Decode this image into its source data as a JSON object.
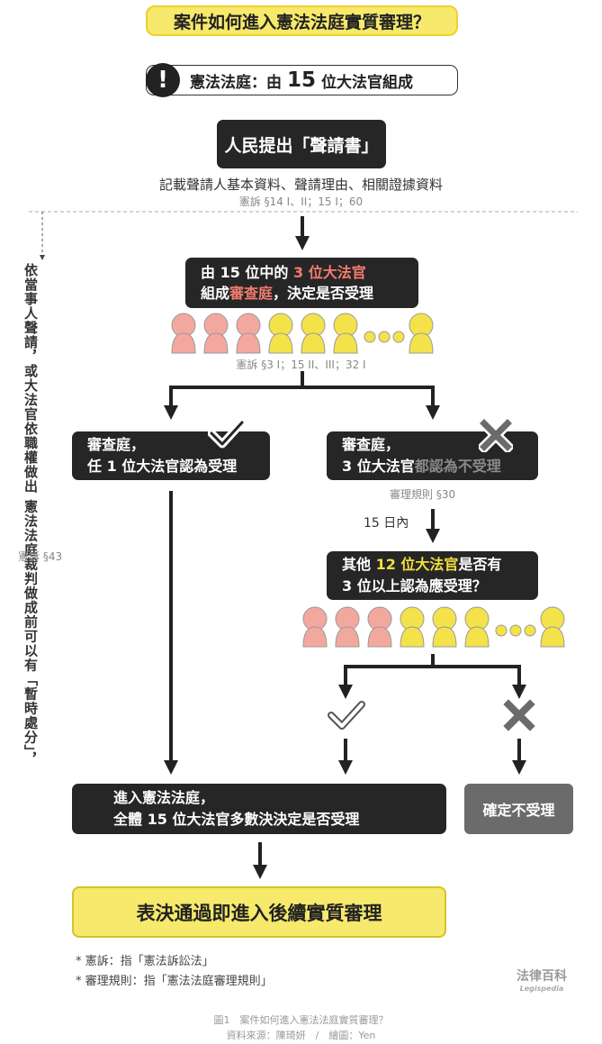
{
  "title": "案件如何進入憲法法庭實質審理？",
  "court_info": {
    "prefix": "憲法法庭：由",
    "number": "15",
    "suffix": "位大法官組成"
  },
  "petition": {
    "box": "人民提出「聲請書」",
    "desc": "記載聲請人基本資料、聲請理由、相關證據資料",
    "cite": "憲訴 §14 I、II；15 I；60"
  },
  "review_panel": {
    "line1_a": "由 15 位中的",
    "line1_b": "3 位大法官",
    "line2_a": "組成",
    "line2_b": "審查庭",
    "line2_c": "，決定是否受理",
    "cite": "憲訴 §3 I；15 II、III；32 I"
  },
  "left_branch": {
    "line1": "審查庭，",
    "line2": "任 1 位大法官認為受理"
  },
  "right_branch": {
    "line1": "審查庭，",
    "line2_a": "3 位大法官",
    "line2_b": "都認為不受理",
    "cite": "審理規則 §30",
    "timing": "15 日內"
  },
  "other_justices": {
    "line1_a": "其他",
    "line1_b": "12 位大法官",
    "line1_c": "是否有",
    "line2": "3 位以上認為應受理？"
  },
  "enter_court": {
    "line1": "進入憲法法庭，",
    "line2": "全體 15 位大法官多數決決定是否受理"
  },
  "reject": "確定不受理",
  "final": "表決通過即進入後續實質審理",
  "side_note": {
    "col1": "依當事人聲請，或大法官依職權做出",
    "col2": "憲法法庭裁判做成前可以有「暫時處分」，",
    "cite": "憲訴 §43"
  },
  "footnotes": [
    "* 憲訴：指「憲法訴訟法」",
    "* 審理規則：指「憲法法庭審理規則」"
  ],
  "brand": {
    "name": "法律百科",
    "sub": "Legispedia"
  },
  "caption": {
    "figure": "圖1　案件如何進入憲法法庭實質審理？",
    "source": "資料來源：陳琦妍　/　繪圖：Yen"
  },
  "colors": {
    "accept": "#f3a89e",
    "pending": "#f4e24a",
    "box": "#262626",
    "title_bg": "#f6e96b"
  }
}
